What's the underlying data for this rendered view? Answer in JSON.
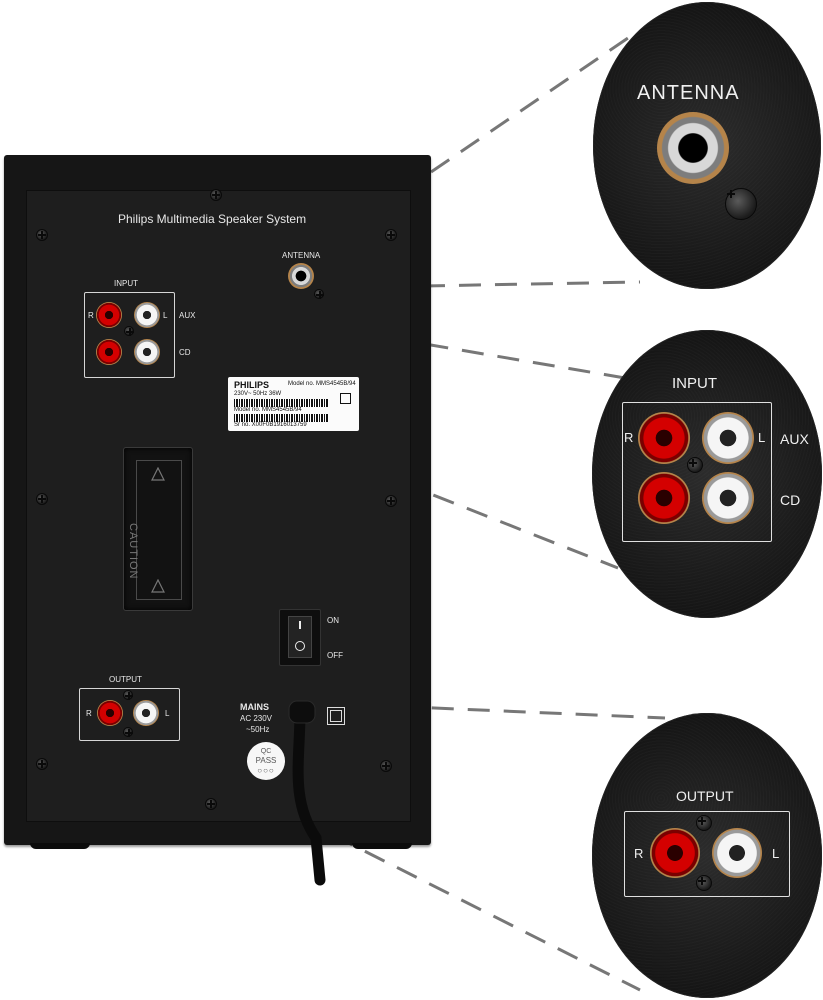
{
  "speaker": {
    "brand_text": "Philips Multimedia Speaker System",
    "antenna_label": "ANTENNA",
    "input_label": "INPUT",
    "aux_label": "AUX",
    "cd_label": "CD",
    "r_label": "R",
    "l_label": "L",
    "output_label": "OUTPUT",
    "on_label": "ON",
    "off_label": "OFF",
    "mains_label": "MAINS",
    "mains_voltage": "AC 230V",
    "mains_freq": "~50Hz",
    "qc_line1": "QC",
    "qc_line2": "PASS",
    "qc_line3": "○○○",
    "warning_text": "CAUTION"
  },
  "rating_label": {
    "brand": "PHILIPS",
    "model": "Model no. MMS4545B/94",
    "rating": "230V~ 50Hz 36W",
    "model_line": "Model no.    MMS4545B/94",
    "serial": "Sr no. X00F0B1916013759"
  },
  "zoom": {
    "antenna": {
      "label": "ANTENNA"
    },
    "input": {
      "title": "INPUT",
      "r": "R",
      "l": "L",
      "aux": "AUX",
      "cd": "CD"
    },
    "output": {
      "title": "OUTPUT",
      "r": "R",
      "l": "L"
    }
  },
  "colors": {
    "cabinet": "#161616",
    "red_jack": "#d40000",
    "white_jack": "#f5f5f5",
    "dash": "#777777"
  }
}
